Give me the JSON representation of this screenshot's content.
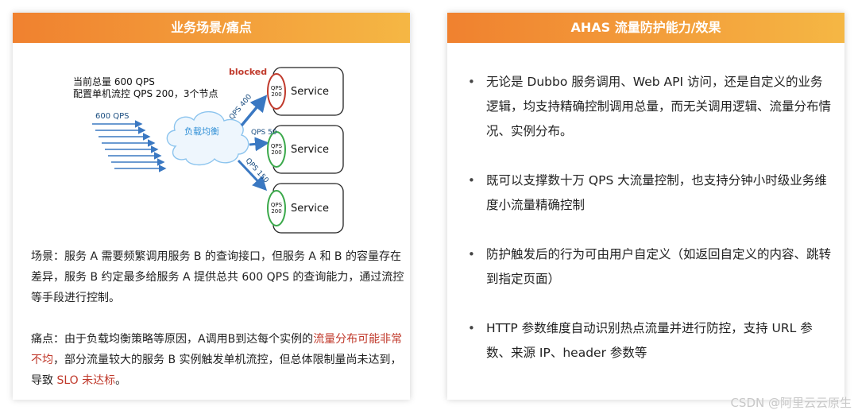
{
  "left": {
    "header": "业务场景/痛点",
    "diagram": {
      "summary_line1": "当前总量 600 QPS",
      "summary_line2": "配置单机流控 QPS 200，3个节点",
      "incoming_qps": "600 QPS",
      "load_balancer": "负载均衡",
      "blocked": "blocked",
      "routes": [
        "QPS 400",
        "QPS 50",
        "QPS 150"
      ],
      "node_limit": [
        "QPS",
        "200"
      ],
      "service_label": "Service"
    },
    "scene": "场景：服务 A 需要频繁调用服务 B 的查询接口，但服务 A 和 B 的容量存在差异，服务 B 约定最多给服务 A 提供总共 600 QPS 的查询能力，通过流控等手段进行控制。",
    "pain": {
      "part1": "痛点：由于负载均衡策略等原因，A调用B到达每个实例的",
      "highlight1": "流量分布可能非常不均",
      "part2": "，部分流量较大的服务 B 实例触发单机流控，但总体限制量尚未达到，导致 ",
      "highlight2": "SLO 未达标",
      "part3": "。"
    }
  },
  "right": {
    "header": "AHAS 流量防护能力/效果",
    "bullets": [
      "无论是 Dubbo 服务调用、Web API 访问，还是自定义的业务逻辑，均支持精确控制调用总量，而无关调用逻辑、流量分布情况、实例分布。",
      "既可以支撑数十万 QPS 大流量控制，也支持分钟小时级业务维度小流量精确控制",
      "防护触发后的行为可由用户自定义（如返回自定义的内容、跳转到指定页面）",
      "HTTP 参数维度自动识别热点流量并进行防控，支持 URL 参数、来源 IP、header 参数等"
    ]
  },
  "watermark": "CSDN @阿里云云原生",
  "colors": {
    "header_start": "#f0812f",
    "header_end": "#f5b744",
    "arrow_blue": "#3a78c2",
    "blocked_red": "#c0392b",
    "ok_green": "#3aa84a"
  }
}
